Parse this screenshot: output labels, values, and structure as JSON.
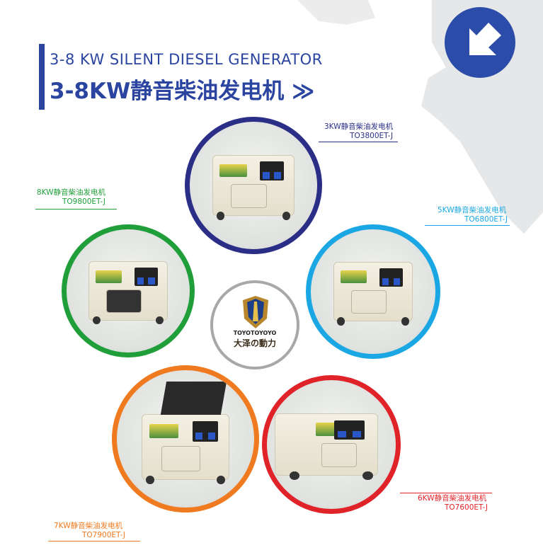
{
  "header": {
    "subtitle_en": "3-8 KW SILENT DIESEL GENERATOR",
    "title_cn": "3-8KW静音柴油发电机",
    "title_suffix": "≫"
  },
  "colors": {
    "brand": "#2b44a0",
    "ring_3kw": "#2a2e86",
    "ring_8kw": "#1f9e3a",
    "ring_5kw": "#1ba7e3",
    "ring_7kw": "#ef7a1f",
    "ring_6kw": "#df2329",
    "ring_logo": "#a8a8a8"
  },
  "products": [
    {
      "name": "3KW静音柴油发电机",
      "model": "TO3800ET-J"
    },
    {
      "name": "8KW静音柴油发电机",
      "model": "TO9800ET-J"
    },
    {
      "name": "5KW静音柴油发电机",
      "model": "TO6800ET-J"
    },
    {
      "name": "7KW静音柴油发电机",
      "model": "TO7900ET-J"
    },
    {
      "name": "6KW静音柴油发电机",
      "model": "TO7600ET-J"
    }
  ],
  "logo": {
    "brand_en": "TOYOTOYOYO",
    "brand_cn": "大泽の動力"
  },
  "icons": {
    "corner": "arrow-down-left-icon",
    "background": "world-map"
  }
}
